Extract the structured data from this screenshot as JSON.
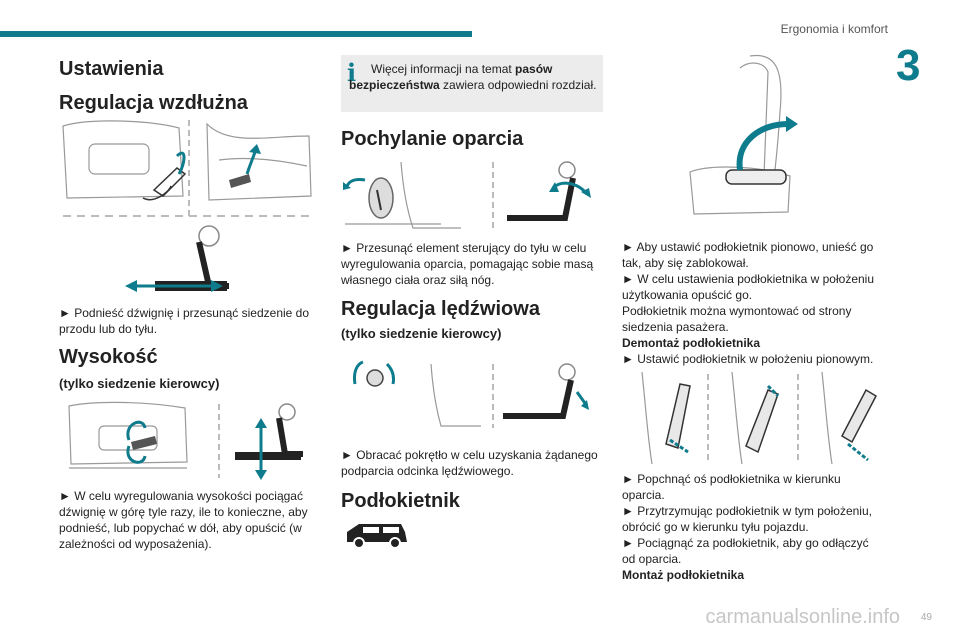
{
  "header": {
    "section_title": "Ergonomia i komfort",
    "chapter_number": "3"
  },
  "col1": {
    "h_settings": "Ustawienia",
    "h_longitudinal": "Regulacja wzdłużna",
    "p_longitudinal": "► Podnieść dźwignię i przesunąć siedzenie do przodu lub do tyłu.",
    "h_height": "Wysokość",
    "sub_height": "(tylko siedzenie kierowcy)",
    "p_height": "► W celu wyregulowania wysokości pociągać dźwignię w górę tyle razy, ile to konieczne, aby podnieść, lub popychać w dół, aby opuścić (w zależności od wyposażenia)."
  },
  "col2": {
    "info_pre": "Więcej informacji na temat ",
    "info_bold": "pasów bezpieczeństwa",
    "info_post": " zawiera odpowiedni rozdział.",
    "h_backrest": "Pochylanie oparcia",
    "p_backrest": "► Przesunąć element sterujący do tyłu w celu wyregulowania oparcia, pomagając sobie masą własnego ciała oraz siłą nóg.",
    "h_lumbar": "Regulacja lędźwiowa",
    "sub_lumbar": "(tylko siedzenie kierowcy)",
    "p_lumbar": "► Obracać pokrętło w celu uzyskania żądanego podparcia odcinka lędźwiowego.",
    "h_armrest": "Podłokietnik"
  },
  "col3": {
    "p1": "► Aby ustawić podłokietnik pionowo, unieść go tak, aby się zablokował.",
    "p2": "► W celu ustawienia podłokietnika w położeniu użytkowania opuścić go.",
    "p3": "Podłokietnik można wymontować od strony siedzenia pasażera.",
    "h_remove": "Demontaż podłokietnika",
    "p4": "► Ustawić podłokietnik w położeniu pionowym.",
    "p5": "► Popchnąć oś podłokietnika w kierunku oparcia.",
    "p6": "► Przytrzymując podłokietnik w tym położeniu, obrócić go w kierunku tyłu pojazdu.",
    "p7": "► Pociągnąć za podłokietnik, aby go odłączyć od oparcia.",
    "h_mount": "Montaż podłokietnika"
  },
  "footer": {
    "watermark": "carmanualsonline.info",
    "page_number": "49"
  },
  "colors": {
    "accent": "#0e7c8c",
    "info_bg": "#ececec"
  }
}
